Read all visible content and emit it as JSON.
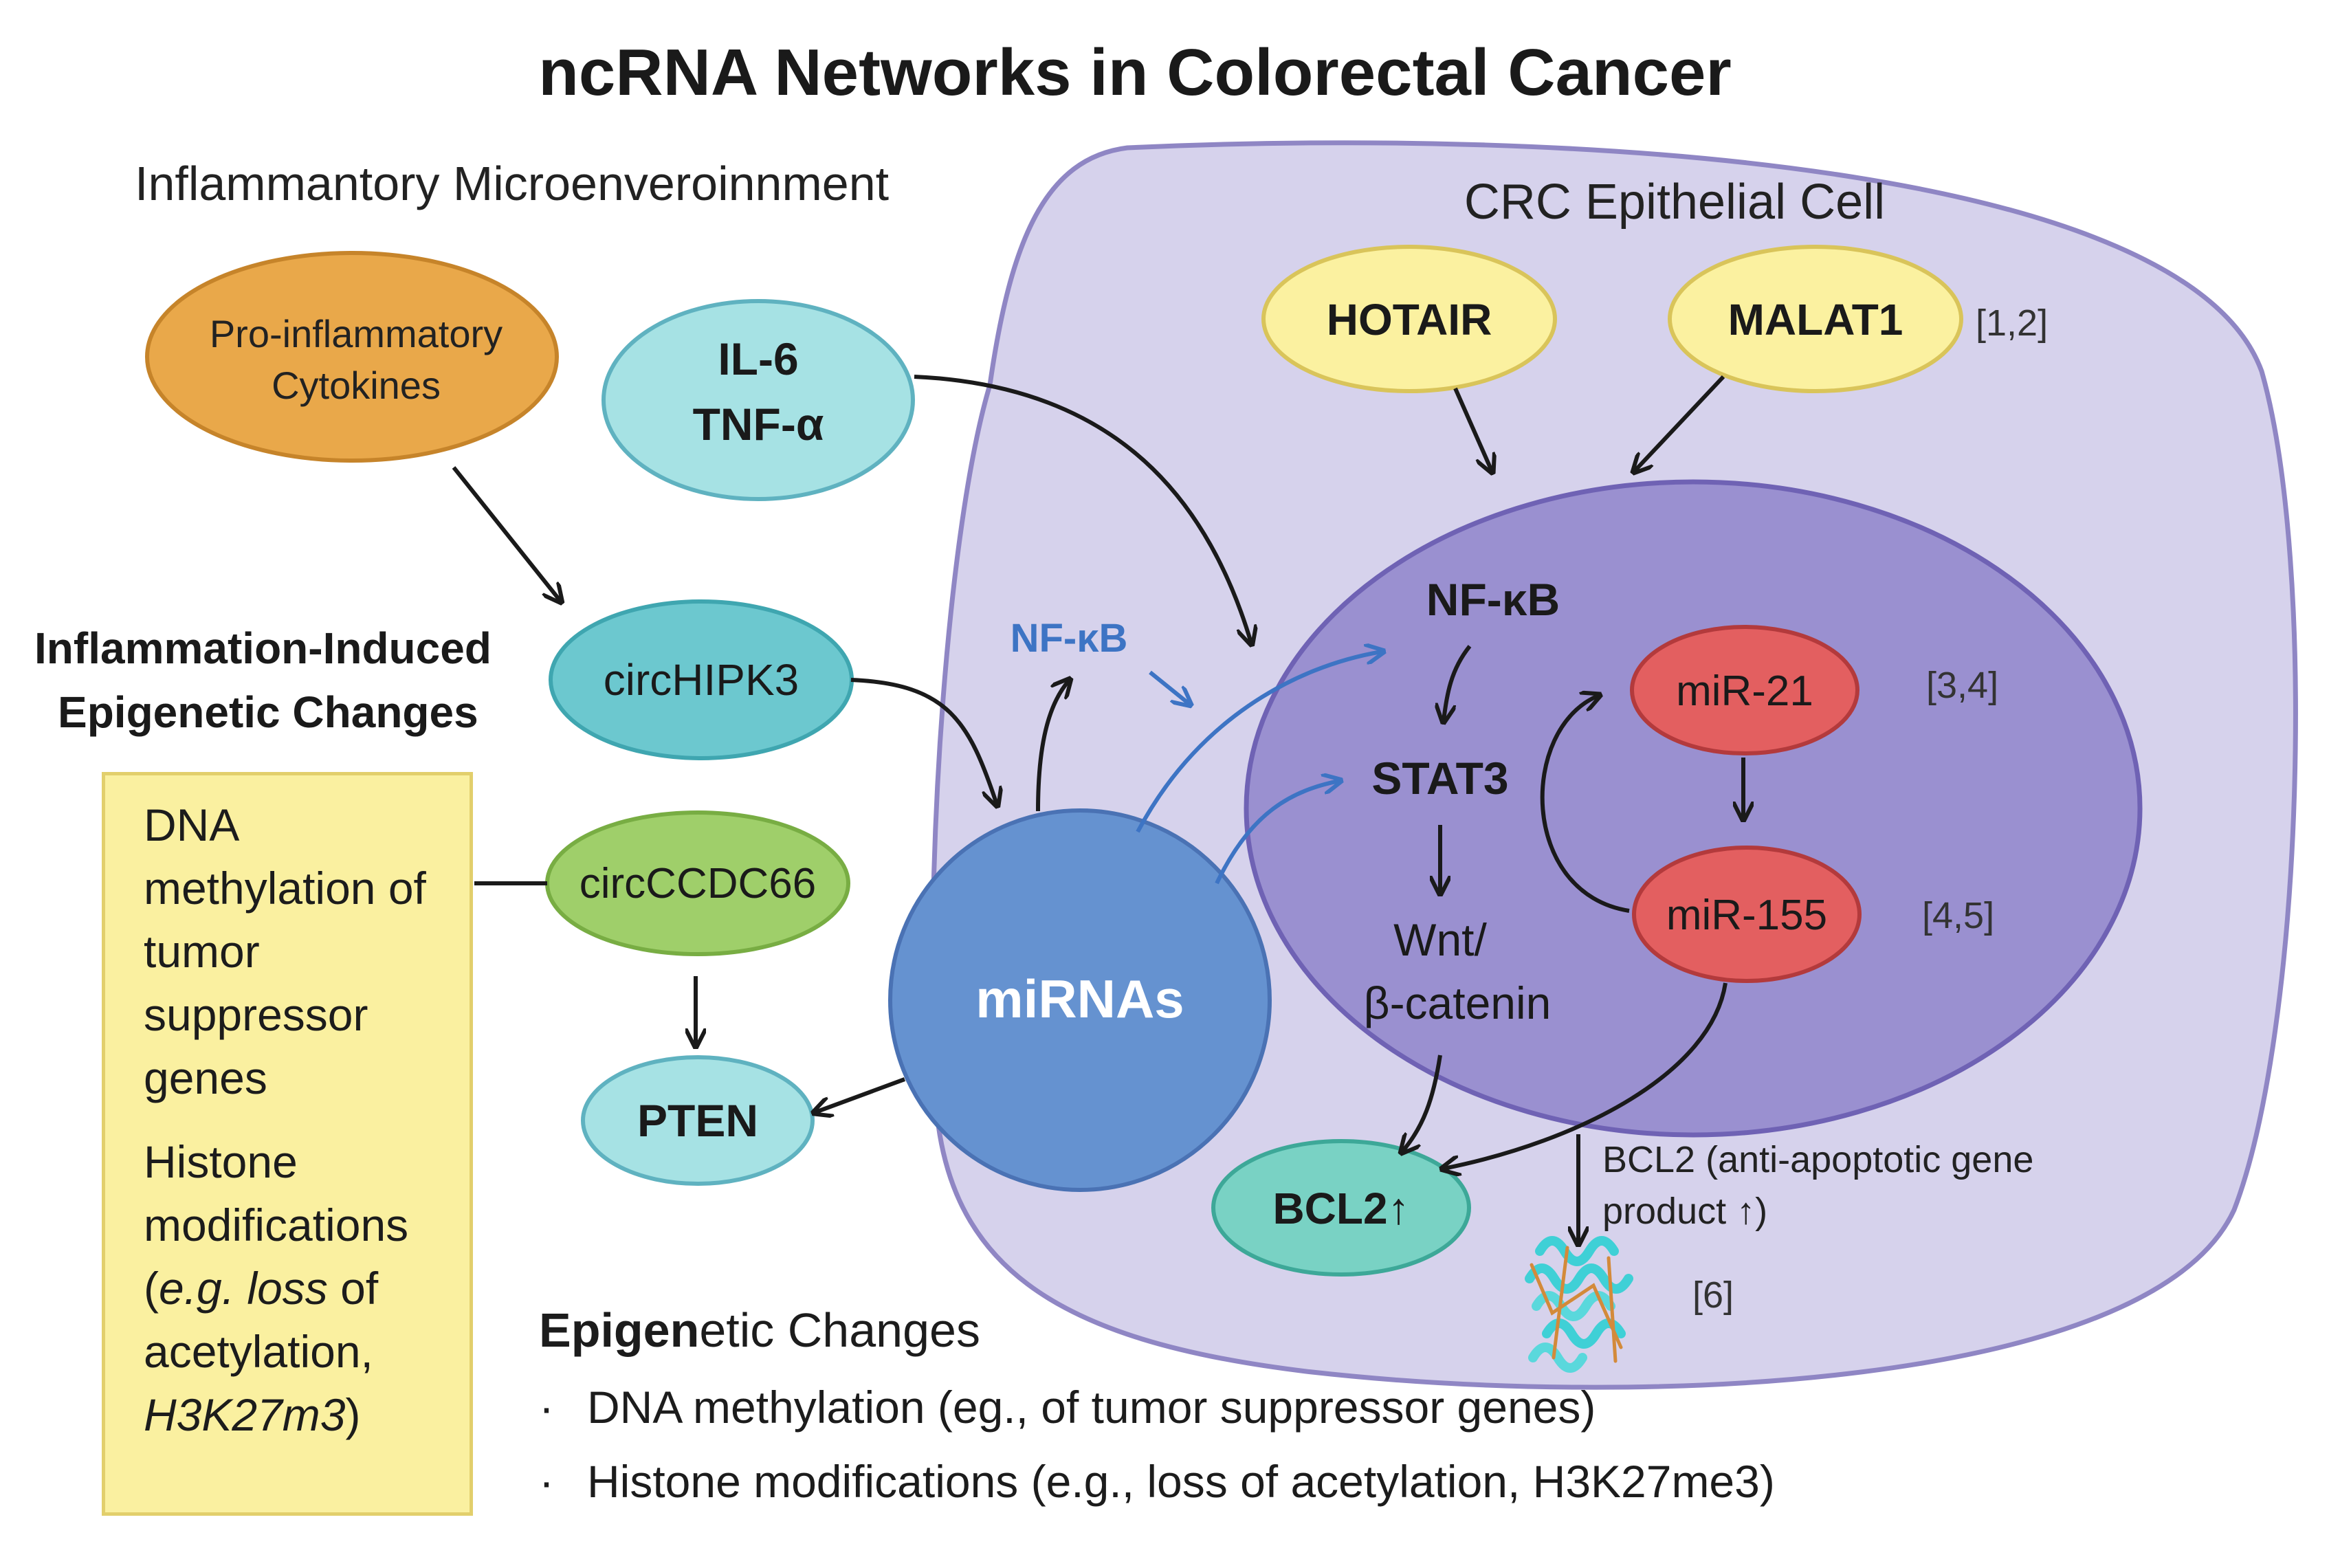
{
  "title": "ncRNA Networks in Colorectal Cancer",
  "labels": {
    "microenvironment": "Inflammantory Microenveroinnment",
    "cell": "CRC Epithelial Cell",
    "epi_heading_line1": "Inflammation-Induced",
    "epi_heading_line2": "Epigenetic Changes",
    "nfkb_outside": "NF-κB",
    "ref_12": "[1,2]",
    "ref_34": "[3,4]",
    "ref_45": "[4,5]",
    "ref_6": "[6]",
    "bcl2_note_line1": "BCL2 (anti-apoptotic gene",
    "bcl2_note_line2": "product ↑)"
  },
  "nodes": {
    "cytokines_line1": "Pro-inflammatory",
    "cytokines_line2": "Cytokines",
    "il6": "IL-6",
    "tnf": "TNF-α",
    "circhipk3": "circHIPK3",
    "circccdc66": "circCCDC66",
    "pten": "PTEN",
    "mirnas": "miRNAs",
    "hotair": "HOTAIR",
    "malat1": "MALAT1",
    "nfkb": "NF-κB",
    "stat3": "STAT3",
    "wnt_line1": "Wnt/",
    "wnt_line2": "β-catenin",
    "mir21": "miR-21",
    "mir155": "miR-155",
    "bcl2": "BCL2↑"
  },
  "yellow_box": {
    "item1": "DNA methylation of tumor suppressor genes",
    "item2_prefix": "Histone modifications (",
    "item2_italic1": "e.g. loss",
    "item2_middle": " of acetylation, ",
    "item2_italic2": "H3K27m3",
    "item2_suffix": ")"
  },
  "epigenetic_list": {
    "title_bold": "Epigen",
    "title_rest": "etic Changes",
    "bullet": "·",
    "item1": "DNA methylation  (eg., of tumor suppressor genes)",
    "item2": "Histone modifications (e.g., loss of acetylation, H3K27me3)"
  },
  "colors": {
    "cell_fill": "#d6d2ec",
    "cell_stroke": "#8f86c4",
    "nucleus_fill": "#9a90d0",
    "nucleus_stroke": "#6f62b4",
    "cytokines_fill": "#e9a84a",
    "teal_fill": "#a6e2e4",
    "circhipk3_fill": "#6cc8cf",
    "circccdc66_fill": "#9fcf6a",
    "mirnas_fill": "#6592d0",
    "yellow_fill": "#fbf1a0",
    "red_fill": "#e35f60",
    "bcl2_fill": "#79d2c4",
    "blue_arrow": "#3d74c4"
  }
}
